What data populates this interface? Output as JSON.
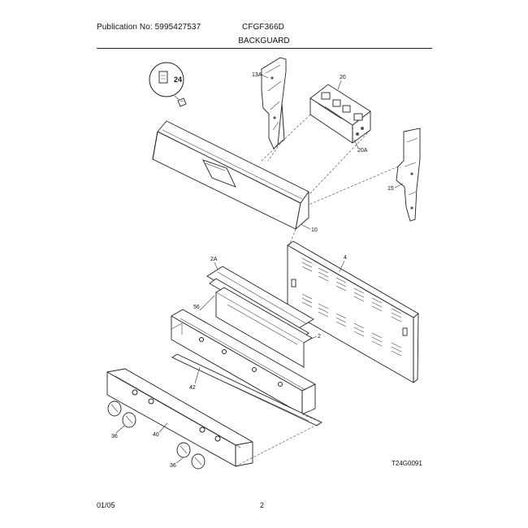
{
  "header": {
    "publication": "Publication No: 5995427537",
    "model": "CFGF366D",
    "section": "BACKGUARD"
  },
  "footer": {
    "date": "01/05",
    "page": "2"
  },
  "drawing_code": "T24G0091",
  "callouts": {
    "c24": "24",
    "c13a": "13A",
    "c20": "20",
    "c20a": "20A",
    "c15": "15",
    "c10": "10",
    "c4": "4",
    "c2a": "2A",
    "c56": "56",
    "c2": "2",
    "c42": "42",
    "c40": "40",
    "c36a": "36",
    "c36b": "36"
  }
}
